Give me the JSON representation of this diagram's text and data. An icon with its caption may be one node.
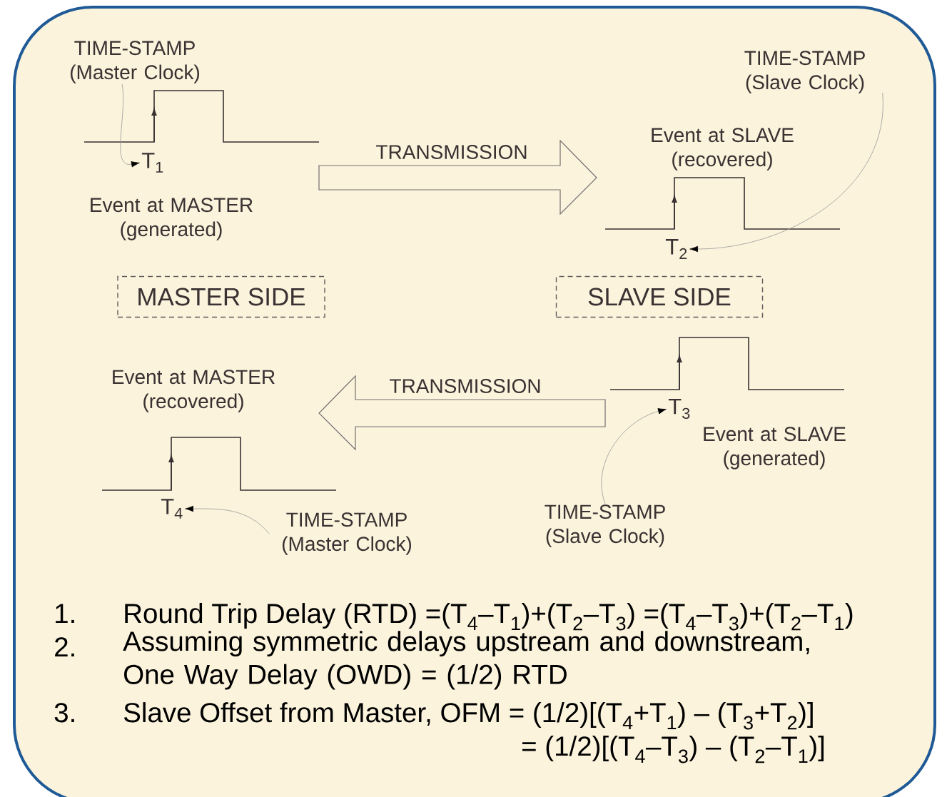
{
  "diagram": {
    "nodes": [
      {
        "text": [
          "TIME-STAMP (Master Clock)"
        ]
      },
      {
        "text": [
          "T$_{1}$"
        ]
      },
      {
        "text": [
          "TRANSMISSION"
        ]
      },
      {
        "text": [
          "TIME-STAMP (Slave Clock)"
        ]
      },
      {
        "text": [
          "T$_{2}$"
        ]
      },
      {
        "text": [
          "MASTER SIDE"
        ]
      },
      {
        "text": [
          "SLAVE SIDE"
        ]
      },
      {
        "text": [
          "T$_{3}$"
        ]
      },
      {
        "text": [
          "TRANSMISSION"
        ]
      },
      {
        "text": [
          "T$_{4}$"
        ]
      },
      {
        "text": [
          "TIME-STAMP (Master Clock)"
        ]
      },
      {
        "text": [
          "TIME-STAMP (Slave Clock)"
        ]
      }
    ],
    "edges": [
      {
        "from": 0,
        "to": 1,
        "arrow": "to"
      },
      {
        "from": 3,
        "to": 4,
        "arrow": "to"
      },
      {
        "from": 11,
        "to": 7,
        "arrow": "to"
      },
      {
        "from": 10,
        "to": 9,
        "arrow": "to"
      }
    ],
    "labels": [
      "Event at MASTER (generated)",
      "Event at SLAVE (recovered)",
      "Event at MASTER (recovered)",
      "Event at SLAVE (generated)",
      "1.",
      "Round Trip Delay (RTD) =(T$_{4}$–T$_{1}$)+(T$_{2}$–T$_{3}$) =(T$_{4}$–T$_{3}$)+(T$_{2}$–T$_{1}$)",
      "2.",
      "Assuming symmetric delays upstream and downstream, One Way Delay (OWD) = (1/2) RTD",
      "3.",
      "Slave Offset from Master, OFM = (1/2)[(T$_{4}$+T$_{1}$) – (T$_{3}$+T$_{2}$)]",
      "= (1/2)[(T$_{4}$–T$_{3}$) – (T$_{2}$–T$_{1}$)]"
    ]
  }
}
